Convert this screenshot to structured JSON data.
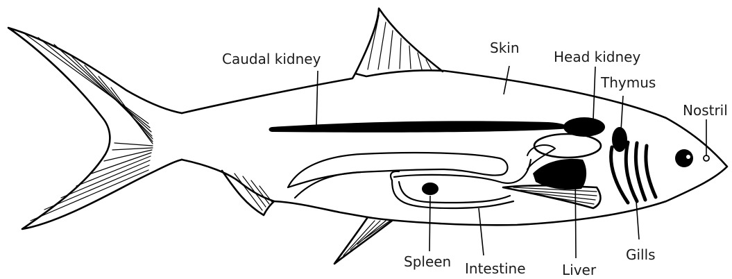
{
  "labels": {
    "caudal_kidney": "Caudal kidney",
    "skin": "Skin",
    "head_kidney": "Head kidney",
    "thymus": "Thymus",
    "nostril": "Nostril",
    "spleen": "Spleen",
    "intestine": "Intestine",
    "liver": "Liver",
    "gills": "Gills"
  },
  "colors": {
    "outline": "#000000",
    "fill": "#ffffff",
    "organ": "#000000"
  }
}
